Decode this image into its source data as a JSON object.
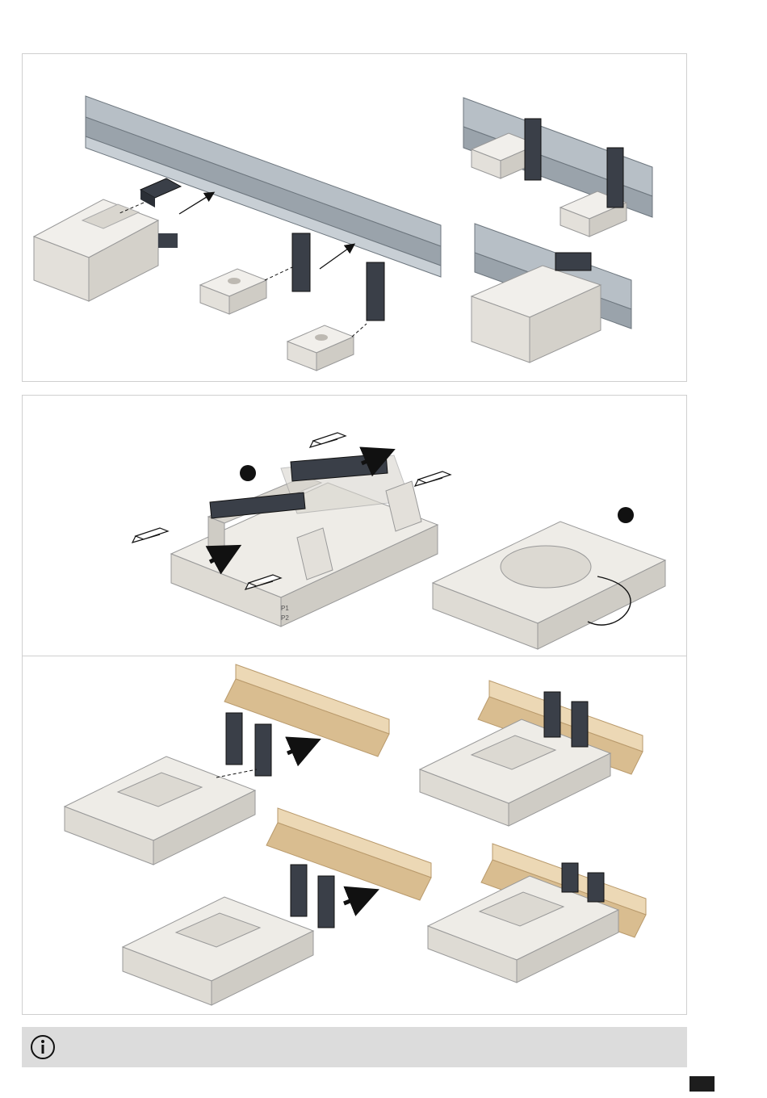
{
  "colors": {
    "rail_steel": "#aab3ba",
    "rail_steel_dark": "#7f8890",
    "rail_brass": "#e6cfa8",
    "rail_brass_dark": "#c8ab80",
    "housing": "#e9e7e2",
    "housing_shade": "#cfccc5",
    "clip": "#3a3f48",
    "frame": "#cfcfcf",
    "info_bar": "#dcdcdc",
    "page_marker": "#1d1d1d"
  },
  "panels": [
    {
      "name": "rail-mounting-steel-rail"
    },
    {
      "name": "clip-repositioning",
      "labels": {
        "p1": "P1",
        "p2": "P2"
      }
    },
    {
      "name": "rail-mounting-brass-rail"
    }
  ],
  "info": {
    "icon": "info-circle-icon"
  },
  "page_marker": {
    "icon": "page-tab"
  }
}
